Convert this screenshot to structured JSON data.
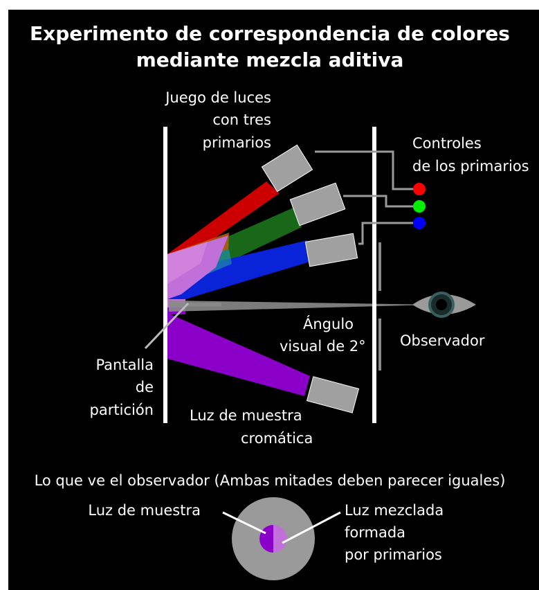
{
  "title": {
    "line1": "Experimento de correspondencia de colores",
    "line2": "mediante mezcla aditiva"
  },
  "labels": {
    "lights": [
      "Juego de luces",
      "con tres",
      "primarios"
    ],
    "controls": [
      "Controles",
      "de los primarios"
    ],
    "angle": [
      "Ángulo",
      "visual de 2°"
    ],
    "observer": "Observador",
    "partition": [
      "Pantalla",
      "de",
      "partición"
    ],
    "sample_light": [
      "Luz de muestra",
      "cromática"
    ],
    "view_caption": "Lo que ve el observador (Ambas mitades deben parecer iguales)",
    "view_sample": "Luz de muestra",
    "view_mixed": [
      "Luz mezclada",
      "formada",
      "por primarios"
    ]
  },
  "colors": {
    "background": "#000000",
    "red_primary": "#cc0000",
    "green_primary": "#1a6e1a",
    "blue_primary": "#0a22d8",
    "sample_purple": "#8a00c8",
    "mixed_lavender": "#c070d8",
    "projector_gray": "#a0a0a0",
    "control_red": "#ff0000",
    "control_green": "#00ee00",
    "control_blue": "#0000ff"
  }
}
